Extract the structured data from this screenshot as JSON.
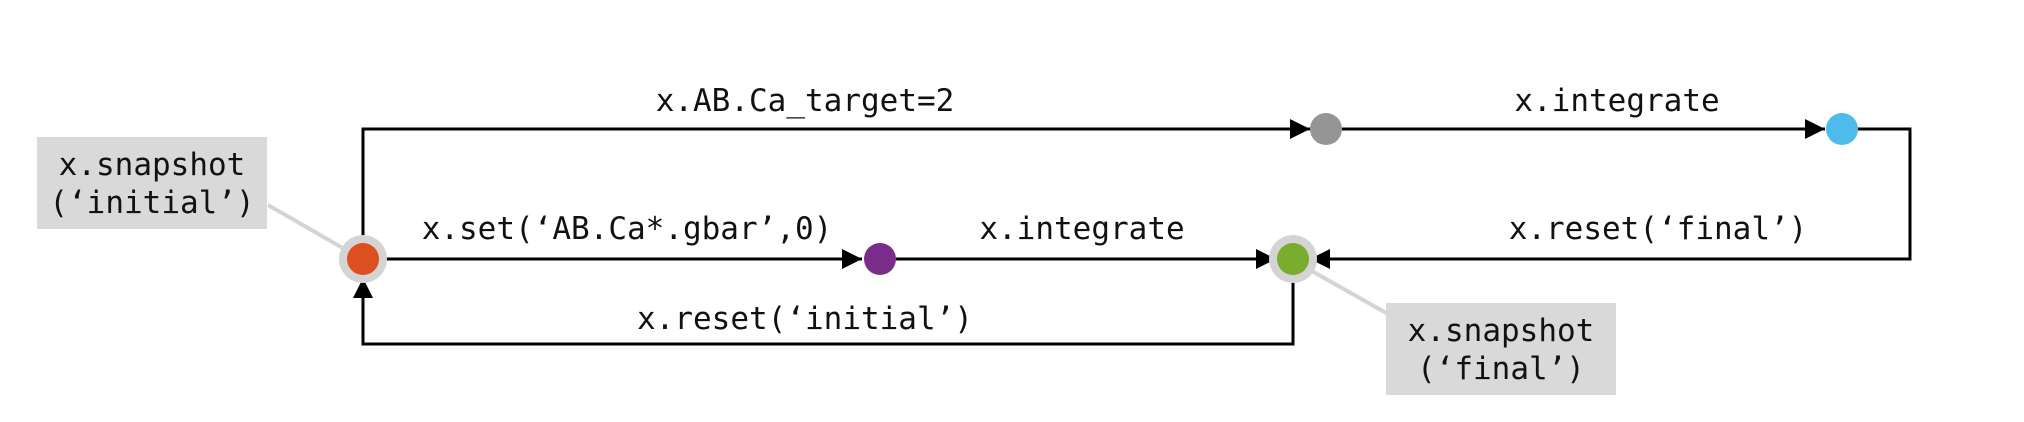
{
  "edges": {
    "set_target_label": "x.AB.Ca_target=2",
    "integrate_top_label": "x.integrate",
    "set_gbar_label": "x.set(‘AB.Ca*.gbar’,0)",
    "integrate_bottom_label": "x.integrate",
    "reset_final_label": "x.reset(‘final’)",
    "reset_initial_label": "x.reset(‘initial’)"
  },
  "notes": {
    "snapshot_initial": {
      "line1": "x.snapshot",
      "line2": "(‘initial’)"
    },
    "snapshot_final": {
      "line1": "x.snapshot",
      "line2": "(‘final’)"
    }
  },
  "colors": {
    "initial_state": "#dd4f1e",
    "gbar_state": "#7b2d8b",
    "target_state": "#959595",
    "integrated_state": "#4dbcec",
    "final_state": "#7aac2e"
  }
}
